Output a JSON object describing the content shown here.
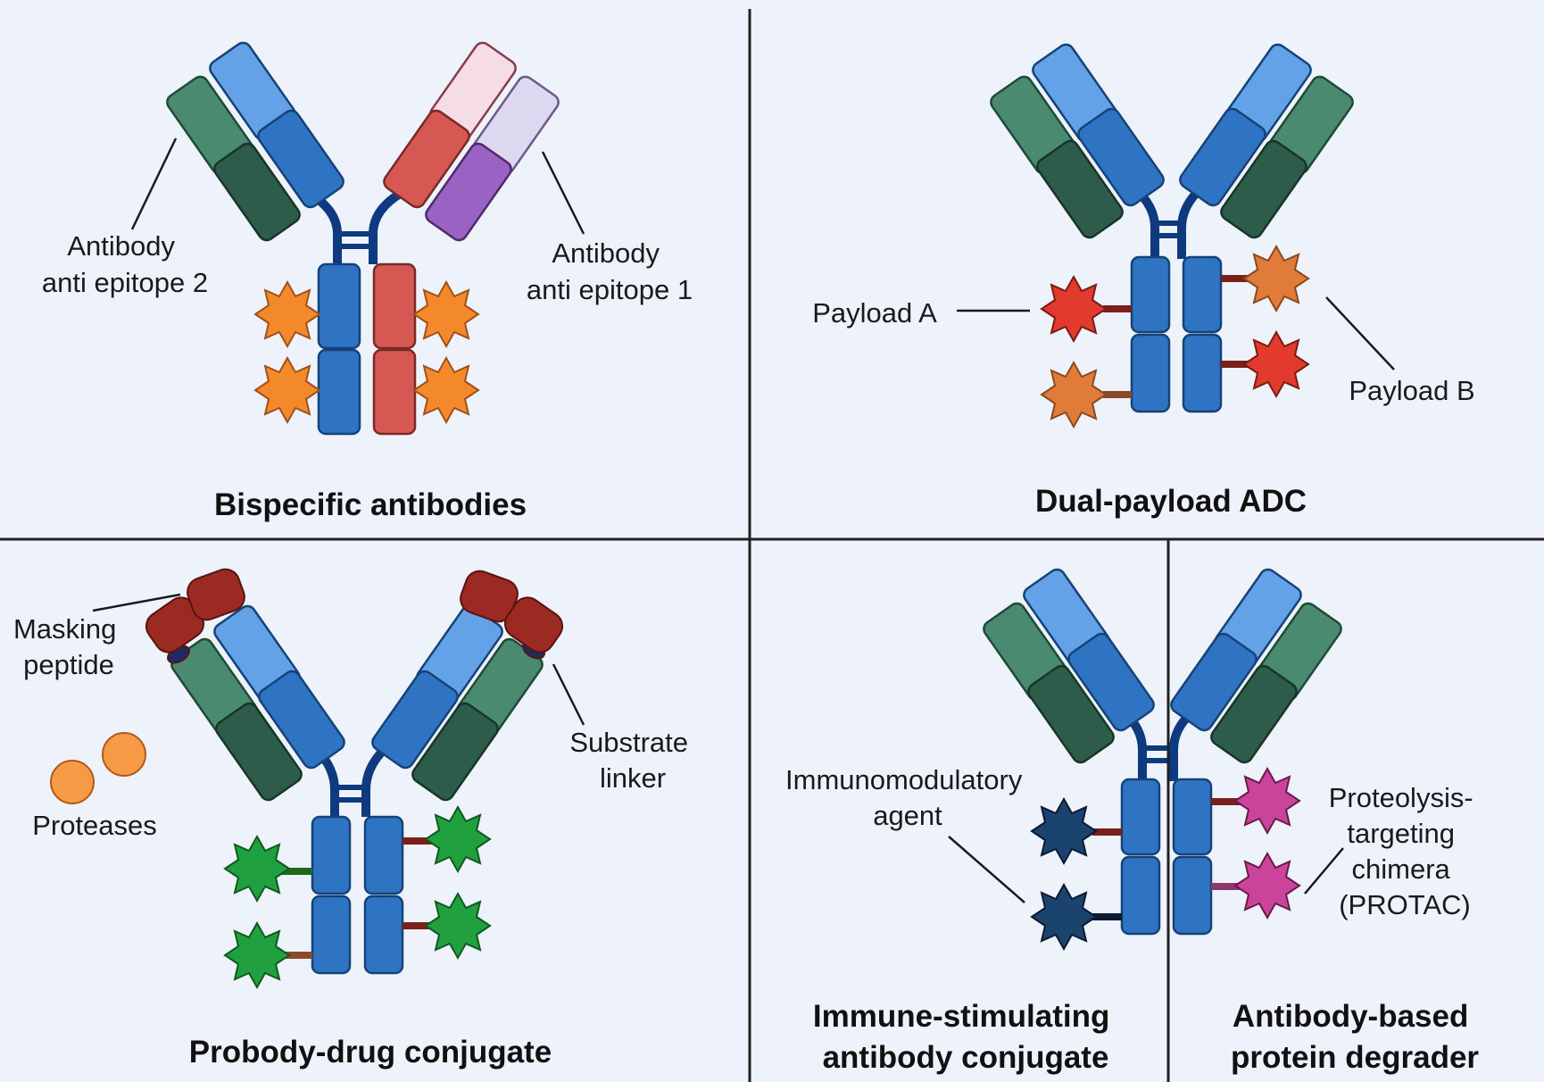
{
  "colors": {
    "background": "#eef3fb",
    "heavy_chain": "#2e74c2",
    "light_chain_constant": "#2d5c4a",
    "light_chain_variable": "#4a8a70",
    "heavy_variable": "#63a2e6",
    "bispecific_heavy": "#d65852",
    "bispecific_heavy_variable": "#f5dce6",
    "bispecific_light": "#9a62c2",
    "bispecific_light_variable": "#ddd8ef",
    "payload_orange": "#f4892b",
    "payload_red": "#e23b2e",
    "payload_green": "#21a040",
    "payload_navy": "#1a446e",
    "payload_magenta": "#c9449a",
    "masking_peptide": "#9b2a22",
    "protease": "#f79a45",
    "linker": "#7a1f1a"
  },
  "panels": {
    "bispecific": {
      "title": "Bispecific antibodies",
      "label_left": [
        "Antibody",
        "anti epitope 2"
      ],
      "label_right": [
        "Antibody",
        "anti epitope 1"
      ]
    },
    "dual_payload": {
      "title": "Dual-payload ADC",
      "label_a": "Payload A",
      "label_b": "Payload B"
    },
    "probody": {
      "title": "Probody-drug conjugate",
      "masking_label": [
        "Masking",
        "peptide"
      ],
      "protease_label": "Proteases",
      "substrate_label": [
        "Substrate",
        "linker"
      ]
    },
    "immune": {
      "title": [
        "Immune-stimulating",
        "antibody conjugate"
      ],
      "agent_label": [
        "Immunomodulatory",
        "agent"
      ]
    },
    "degrader": {
      "title": [
        "Antibody-based",
        "protein degrader"
      ],
      "protac_label": [
        "Proteolysis-",
        "targeting",
        "chimera",
        "(PROTAC)"
      ]
    }
  }
}
